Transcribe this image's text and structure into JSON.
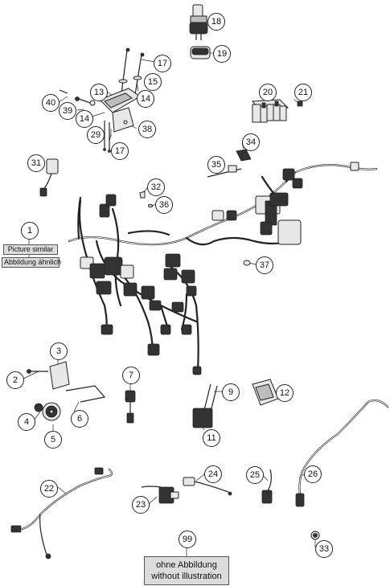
{
  "callouts": [
    {
      "id": "c1",
      "label": "1"
    },
    {
      "id": "c2",
      "label": "2"
    },
    {
      "id": "c3",
      "label": "3"
    },
    {
      "id": "c4",
      "label": "4"
    },
    {
      "id": "c5",
      "label": "5"
    },
    {
      "id": "c6",
      "label": "6"
    },
    {
      "id": "c7",
      "label": "7"
    },
    {
      "id": "c9",
      "label": "9"
    },
    {
      "id": "c11",
      "label": "11"
    },
    {
      "id": "c12",
      "label": "12"
    },
    {
      "id": "c13",
      "label": "13"
    },
    {
      "id": "c14a",
      "label": "14"
    },
    {
      "id": "c14b",
      "label": "14"
    },
    {
      "id": "c15",
      "label": "15"
    },
    {
      "id": "c17a",
      "label": "17"
    },
    {
      "id": "c17b",
      "label": "17"
    },
    {
      "id": "c18",
      "label": "18"
    },
    {
      "id": "c19",
      "label": "19"
    },
    {
      "id": "c20",
      "label": "20"
    },
    {
      "id": "c21",
      "label": "21"
    },
    {
      "id": "c22",
      "label": "22"
    },
    {
      "id": "c23",
      "label": "23"
    },
    {
      "id": "c24",
      "label": "24"
    },
    {
      "id": "c25",
      "label": "25"
    },
    {
      "id": "c26",
      "label": "26"
    },
    {
      "id": "c29",
      "label": "29"
    },
    {
      "id": "c31",
      "label": "31"
    },
    {
      "id": "c32",
      "label": "32"
    },
    {
      "id": "c33",
      "label": "33"
    },
    {
      "id": "c34",
      "label": "34"
    },
    {
      "id": "c35",
      "label": "35"
    },
    {
      "id": "c36",
      "label": "36"
    },
    {
      "id": "c37",
      "label": "37"
    },
    {
      "id": "c38",
      "label": "38"
    },
    {
      "id": "c39",
      "label": "39"
    },
    {
      "id": "c40",
      "label": "40"
    },
    {
      "id": "c99",
      "label": "99"
    }
  ],
  "notes": {
    "picture_similar_en": "Picture similar",
    "picture_similar_de": "Abbildung ähnlich",
    "no_illustration_de": "ohne Abbildung",
    "no_illustration_en": "without illustration"
  }
}
